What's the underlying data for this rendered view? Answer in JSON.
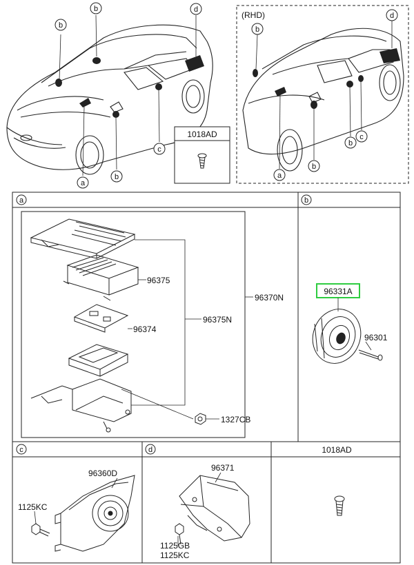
{
  "callouts": {
    "a": "a",
    "b": "b",
    "c": "c",
    "d": "d"
  },
  "top": {
    "rhd_label": "(RHD)",
    "screw_box_label": "1018AD"
  },
  "section_a": {
    "letter": "a",
    "parts": {
      "p96375": "96375",
      "p96374": "96374",
      "p96375N": "96375N",
      "p96370N": "96370N",
      "p1327CB": "1327CB"
    }
  },
  "section_b": {
    "letter": "b",
    "parts": {
      "p96331A": "96331A",
      "p96301": "96301"
    },
    "highlight_color": "#2ecc40"
  },
  "section_c": {
    "letter": "c",
    "parts": {
      "p96360D": "96360D",
      "p1125KC": "1125KC"
    }
  },
  "section_d": {
    "letter": "d",
    "parts": {
      "p96371": "96371",
      "p1125GB": "1125GB",
      "p1125KC": "1125KC"
    }
  },
  "section_e": {
    "title": "1018AD"
  }
}
